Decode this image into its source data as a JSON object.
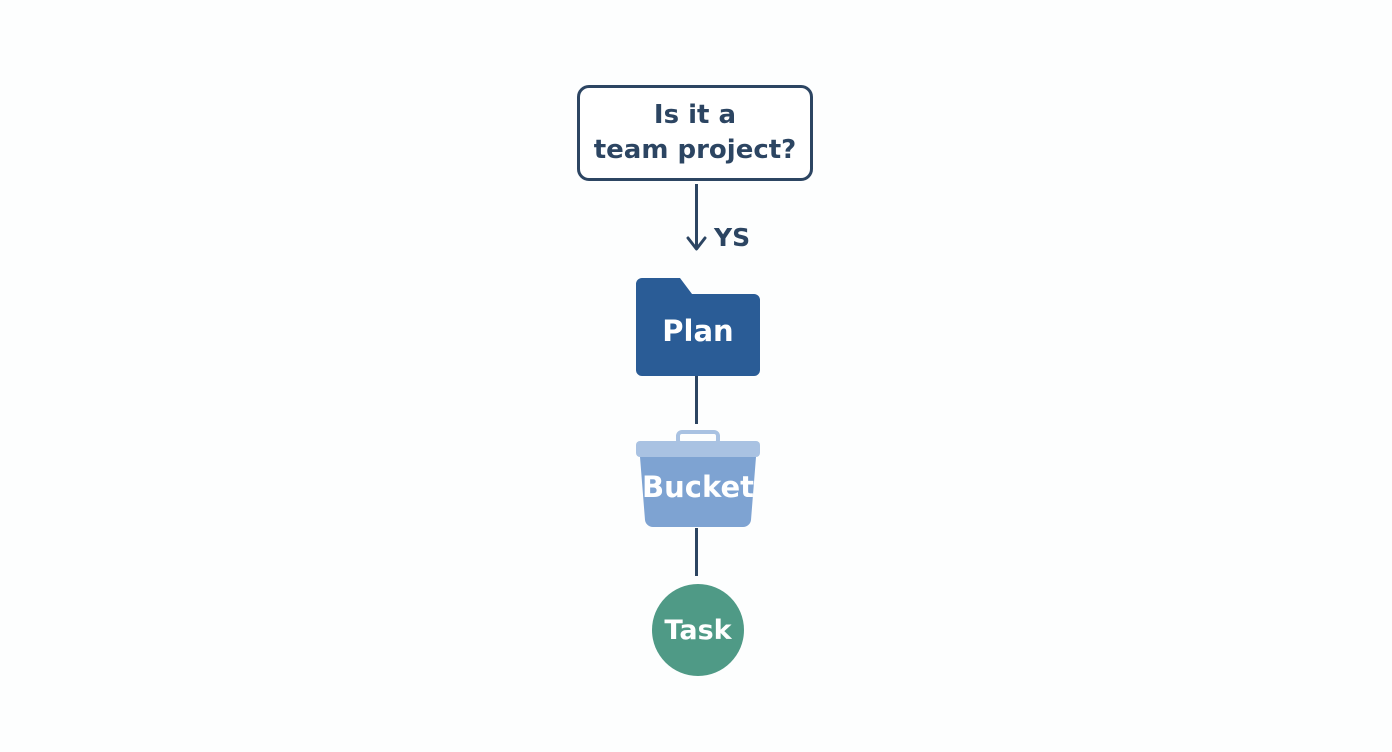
{
  "diagram": {
    "question": "Is it a\nteam project?",
    "branch_label": "YS",
    "nodes": {
      "plan": "Plan",
      "bucket": "Bucket",
      "task": "Task"
    }
  },
  "colors": {
    "line": "#2c4562",
    "plan_folder": "#2a5c96",
    "bucket": "#7ea3d2",
    "task": "#4f9a86"
  },
  "icons": {
    "plan": "folder-icon",
    "bucket": "bucket-icon"
  }
}
